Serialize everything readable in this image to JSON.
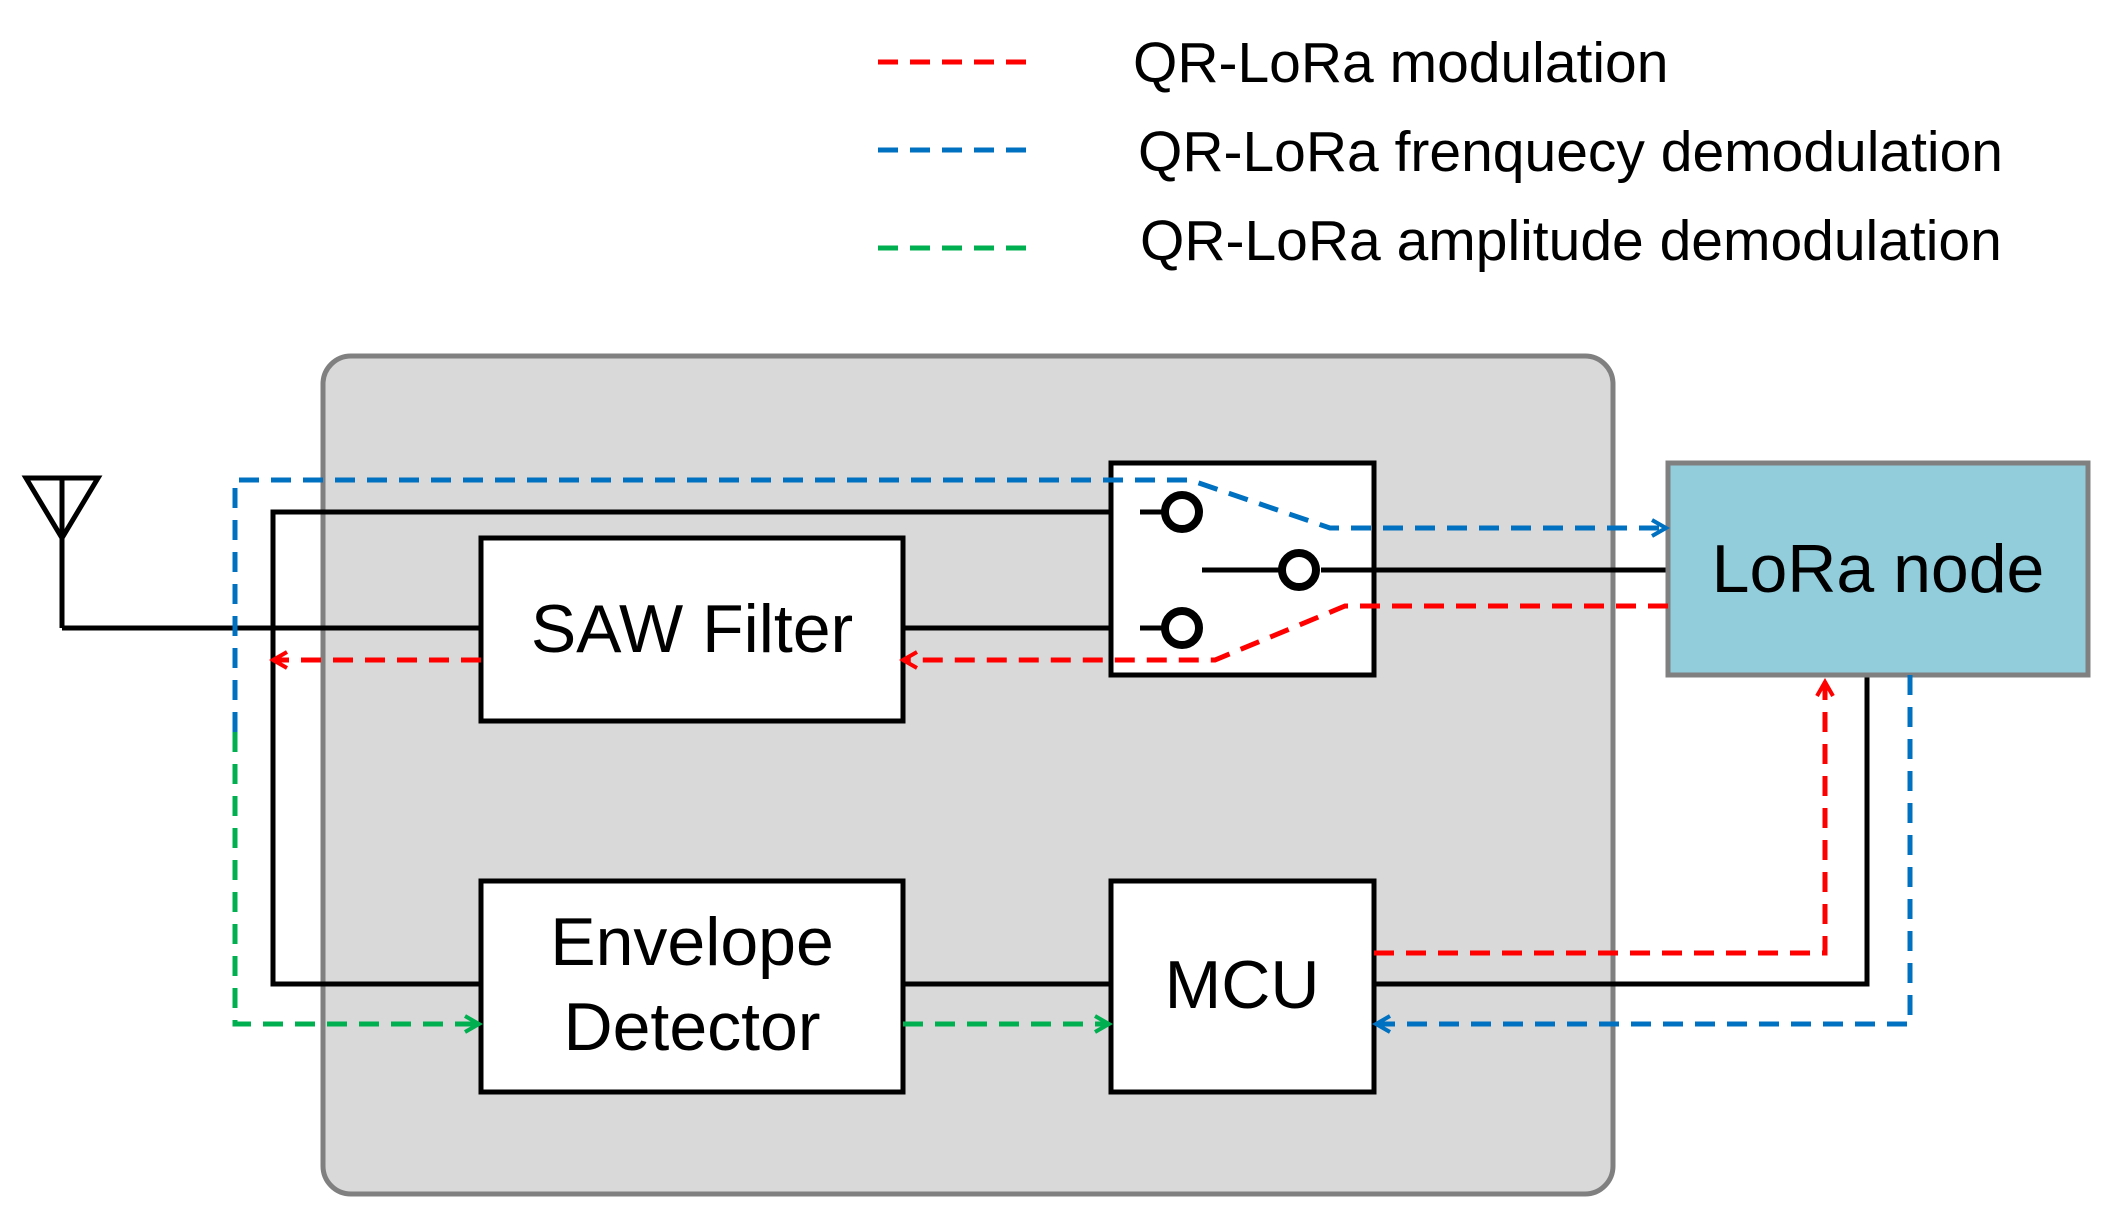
{
  "legend": {
    "items": [
      {
        "label": "QR-LoRa modulation",
        "color": "#ff0000"
      },
      {
        "label": "QR-LoRa frenquecy demodulation",
        "color": "#0070c0"
      },
      {
        "label": "QR-LoRa amplitude demodulation",
        "color": "#00b050"
      }
    ]
  },
  "blocks": {
    "saw_filter": "SAW Filter",
    "envelope_line1": "Envelope",
    "envelope_line2": "Detector",
    "mcu": "MCU",
    "lora_node": "LoRa node"
  },
  "colors": {
    "module_bg": "#d9d9d9",
    "module_border": "#808080",
    "lora_fill": "#92cddc",
    "wire": "#000000",
    "modulation": "#ff0000",
    "freq_demod": "#0070c0",
    "amp_demod": "#00b050"
  },
  "icons": {
    "antenna": "antenna-icon",
    "switch": "rf-switch-icon"
  }
}
